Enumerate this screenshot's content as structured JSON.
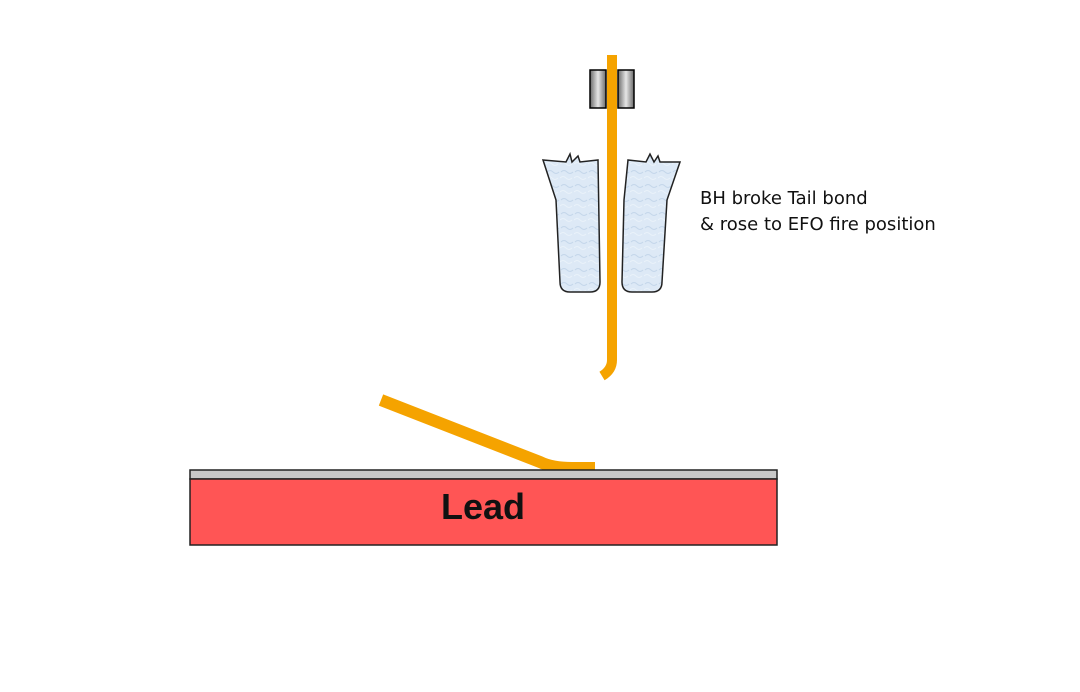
{
  "caption": {
    "line1": "BH broke Tail bond",
    "line2": "& rose to EFO fire position"
  },
  "lead": {
    "label": "Lead"
  },
  "colors": {
    "wire": "#f5a300",
    "lead_fill": "#ff5555",
    "lead_plating": "#c8c8c8",
    "capillary_fill": "#dce8f5",
    "clamp_dark": "#555555"
  }
}
